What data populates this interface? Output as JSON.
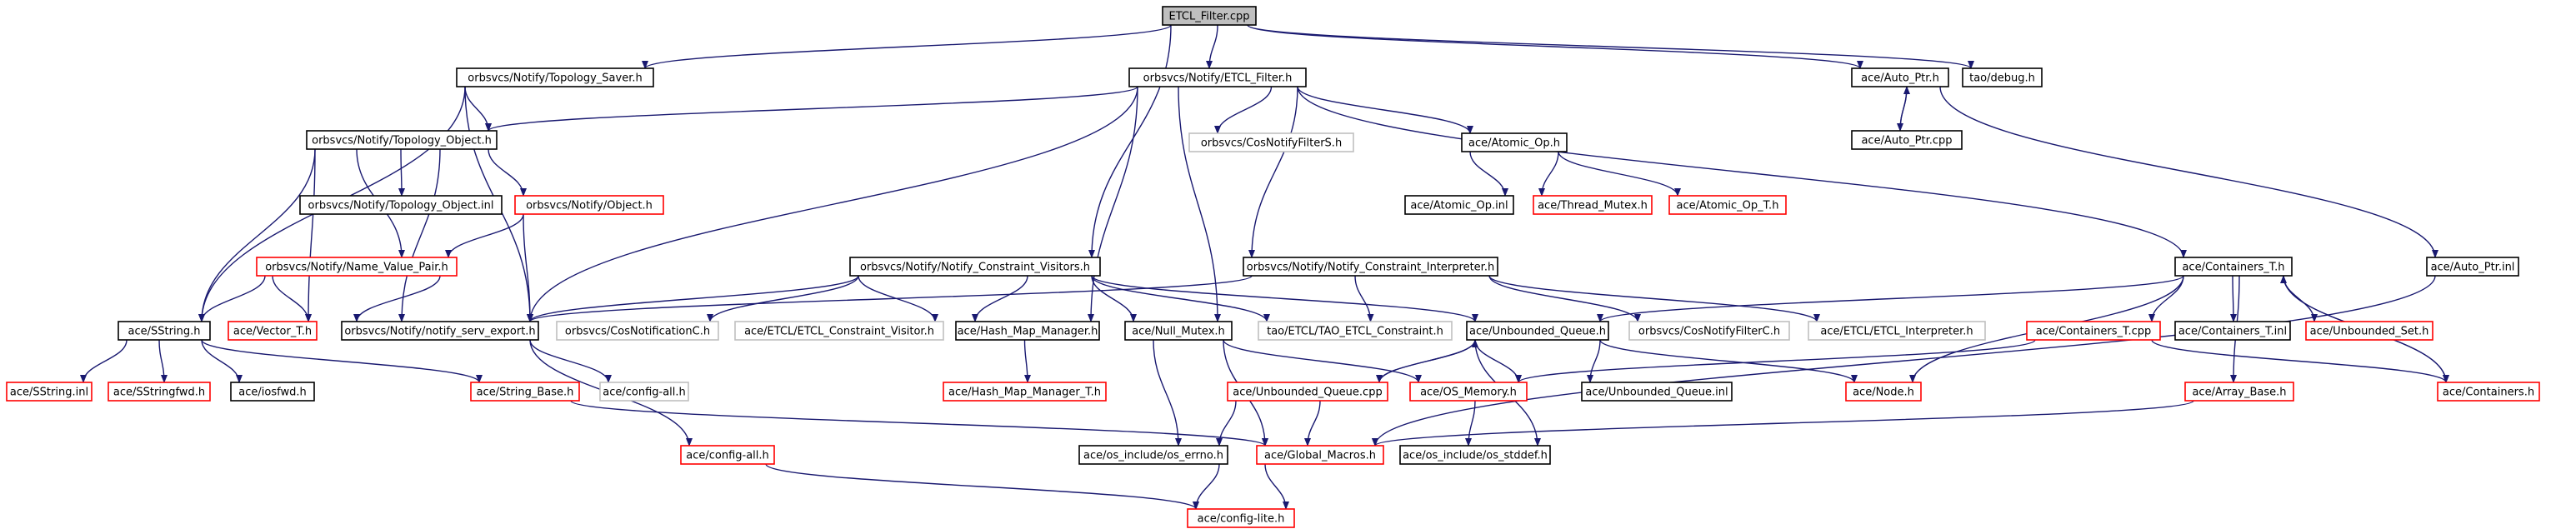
{
  "colors": {
    "edge": "#191970",
    "node_documented_border": "#000000",
    "node_undocumented_border": "#ff0000",
    "node_external_border": "#bfbfbf",
    "node_root_fill": "#bfbfbf",
    "node_fill": "#ffffff"
  },
  "diagram": {
    "nodes": [
      {
        "id": "etcl_filter_cpp",
        "label": "ETCL_Filter.cpp",
        "style": "root"
      },
      {
        "id": "topology_saver_h",
        "label": "orbsvcs/Notify/Topology_Saver.h",
        "style": "documented"
      },
      {
        "id": "etcl_filter_h",
        "label": "orbsvcs/Notify/ETCL_Filter.h",
        "style": "documented"
      },
      {
        "id": "auto_ptr_h",
        "label": "ace/Auto_Ptr.h",
        "style": "documented"
      },
      {
        "id": "tao_debug_h",
        "label": "tao/debug.h",
        "style": "documented"
      },
      {
        "id": "topology_object_h",
        "label": "orbsvcs/Notify/Topology_Object.h",
        "style": "documented"
      },
      {
        "id": "cosnotifyfilters_h",
        "label": "orbsvcs/CosNotifyFilterS.h",
        "style": "external"
      },
      {
        "id": "atomic_op_h",
        "label": "ace/Atomic_Op.h",
        "style": "documented"
      },
      {
        "id": "auto_ptr_cpp",
        "label": "ace/Auto_Ptr.cpp",
        "style": "documented"
      },
      {
        "id": "topology_object_inl",
        "label": "orbsvcs/Notify/Topology_Object.inl",
        "style": "documented"
      },
      {
        "id": "notify_object_h",
        "label": "orbsvcs/Notify/Object.h",
        "style": "undocumented"
      },
      {
        "id": "atomic_op_inl",
        "label": "ace/Atomic_Op.inl",
        "style": "documented"
      },
      {
        "id": "thread_mutex_h",
        "label": "ace/Thread_Mutex.h",
        "style": "undocumented"
      },
      {
        "id": "atomic_op_t_h",
        "label": "ace/Atomic_Op_T.h",
        "style": "undocumented"
      },
      {
        "id": "name_value_pair_h",
        "label": "orbsvcs/Notify/Name_Value_Pair.h",
        "style": "undocumented"
      },
      {
        "id": "constraint_visitors_h",
        "label": "orbsvcs/Notify/Notify_Constraint_Visitors.h",
        "style": "documented"
      },
      {
        "id": "constraint_interpreter_h",
        "label": "orbsvcs/Notify/Notify_Constraint_Interpreter.h",
        "style": "documented"
      },
      {
        "id": "containers_t_h",
        "label": "ace/Containers_T.h",
        "style": "documented"
      },
      {
        "id": "auto_ptr_inl",
        "label": "ace/Auto_Ptr.inl",
        "style": "documented"
      },
      {
        "id": "sstring_h",
        "label": "ace/SString.h",
        "style": "documented"
      },
      {
        "id": "vector_t_h",
        "label": "ace/Vector_T.h",
        "style": "undocumented"
      },
      {
        "id": "notify_serv_export_h",
        "label": "orbsvcs/Notify/notify_serv_export.h",
        "style": "documented"
      },
      {
        "id": "cosnotificationc_h",
        "label": "orbsvcs/CosNotificationC.h",
        "style": "external"
      },
      {
        "id": "etcl_constraint_visitor_h",
        "label": "ace/ETCL/ETCL_Constraint_Visitor.h",
        "style": "external"
      },
      {
        "id": "hash_map_manager_h",
        "label": "ace/Hash_Map_Manager.h",
        "style": "documented"
      },
      {
        "id": "null_mutex_h",
        "label": "ace/Null_Mutex.h",
        "style": "documented"
      },
      {
        "id": "tao_etcl_constraint_h",
        "label": "tao/ETCL/TAO_ETCL_Constraint.h",
        "style": "external"
      },
      {
        "id": "unbounded_queue_h",
        "label": "ace/Unbounded_Queue.h",
        "style": "documented"
      },
      {
        "id": "cosnotifyfilterc_h",
        "label": "orbsvcs/CosNotifyFilterC.h",
        "style": "external"
      },
      {
        "id": "etcl_interpreter_h",
        "label": "ace/ETCL/ETCL_Interpreter.h",
        "style": "external"
      },
      {
        "id": "containers_t_cpp",
        "label": "ace/Containers_T.cpp",
        "style": "undocumented"
      },
      {
        "id": "containers_t_inl",
        "label": "ace/Containers_T.inl",
        "style": "documented"
      },
      {
        "id": "unbounded_set_h",
        "label": "ace/Unbounded_Set.h",
        "style": "undocumented"
      },
      {
        "id": "sstring_inl",
        "label": "ace/SString.inl",
        "style": "undocumented"
      },
      {
        "id": "sstringfwd_h",
        "label": "ace/SStringfwd.h",
        "style": "undocumented"
      },
      {
        "id": "iosfwd_h",
        "label": "ace/iosfwd.h",
        "style": "documented"
      },
      {
        "id": "string_base_h",
        "label": "ace/String_Base.h",
        "style": "undocumented"
      },
      {
        "id": "config_all_h_ext",
        "label": "ace/config-all.h",
        "style": "external"
      },
      {
        "id": "hash_map_manager_t_h",
        "label": "ace/Hash_Map_Manager_T.h",
        "style": "undocumented"
      },
      {
        "id": "unbounded_queue_cpp",
        "label": "ace/Unbounded_Queue.cpp",
        "style": "undocumented"
      },
      {
        "id": "os_memory_h",
        "label": "ace/OS_Memory.h",
        "style": "undocumented"
      },
      {
        "id": "unbounded_queue_inl",
        "label": "ace/Unbounded_Queue.inl",
        "style": "documented"
      },
      {
        "id": "node_h",
        "label": "ace/Node.h",
        "style": "undocumented"
      },
      {
        "id": "array_base_h",
        "label": "ace/Array_Base.h",
        "style": "undocumented"
      },
      {
        "id": "containers_h",
        "label": "ace/Containers.h",
        "style": "undocumented"
      },
      {
        "id": "config_all_h",
        "label": "ace/config-all.h",
        "style": "undocumented"
      },
      {
        "id": "os_errno_h",
        "label": "ace/os_include/os_errno.h",
        "style": "documented"
      },
      {
        "id": "global_macros_h",
        "label": "ace/Global_Macros.h",
        "style": "undocumented"
      },
      {
        "id": "os_stddef_h",
        "label": "ace/os_include/os_stddef.h",
        "style": "documented"
      },
      {
        "id": "config_lite_h",
        "label": "ace/config-lite.h",
        "style": "undocumented"
      }
    ],
    "edges": [
      [
        "etcl_filter_cpp",
        "topology_saver_h"
      ],
      [
        "etcl_filter_cpp",
        "etcl_filter_h"
      ],
      [
        "etcl_filter_cpp",
        "auto_ptr_h"
      ],
      [
        "etcl_filter_cpp",
        "tao_debug_h"
      ],
      [
        "etcl_filter_cpp",
        "constraint_visitors_h"
      ],
      [
        "topology_saver_h",
        "topology_object_h"
      ],
      [
        "topology_saver_h",
        "notify_serv_export_h"
      ],
      [
        "topology_saver_h",
        "sstring_h"
      ],
      [
        "etcl_filter_h",
        "topology_object_h"
      ],
      [
        "etcl_filter_h",
        "cosnotifyfilters_h"
      ],
      [
        "etcl_filter_h",
        "atomic_op_h"
      ],
      [
        "etcl_filter_h",
        "constraint_interpreter_h"
      ],
      [
        "etcl_filter_h",
        "containers_t_h"
      ],
      [
        "etcl_filter_h",
        "hash_map_manager_h"
      ],
      [
        "etcl_filter_h",
        "null_mutex_h"
      ],
      [
        "etcl_filter_h",
        "notify_serv_export_h"
      ],
      [
        "auto_ptr_h",
        "auto_ptr_cpp"
      ],
      [
        "auto_ptr_cpp",
        "auto_ptr_h"
      ],
      [
        "auto_ptr_h",
        "auto_ptr_inl"
      ],
      [
        "topology_object_h",
        "topology_object_inl"
      ],
      [
        "topology_object_h",
        "notify_object_h"
      ],
      [
        "topology_object_h",
        "name_value_pair_h"
      ],
      [
        "topology_object_h",
        "sstring_h"
      ],
      [
        "topology_object_h",
        "vector_t_h"
      ],
      [
        "topology_object_h",
        "notify_serv_export_h"
      ],
      [
        "atomic_op_h",
        "atomic_op_inl"
      ],
      [
        "atomic_op_h",
        "thread_mutex_h"
      ],
      [
        "atomic_op_h",
        "atomic_op_t_h"
      ],
      [
        "notify_object_h",
        "name_value_pair_h"
      ],
      [
        "notify_object_h",
        "notify_serv_export_h"
      ],
      [
        "name_value_pair_h",
        "sstring_h"
      ],
      [
        "name_value_pair_h",
        "vector_t_h"
      ],
      [
        "name_value_pair_h",
        "notify_serv_export_h"
      ],
      [
        "constraint_visitors_h",
        "notify_serv_export_h"
      ],
      [
        "constraint_visitors_h",
        "cosnotificationc_h"
      ],
      [
        "constraint_visitors_h",
        "etcl_constraint_visitor_h"
      ],
      [
        "constraint_visitors_h",
        "hash_map_manager_h"
      ],
      [
        "constraint_visitors_h",
        "null_mutex_h"
      ],
      [
        "constraint_visitors_h",
        "tao_etcl_constraint_h"
      ],
      [
        "constraint_visitors_h",
        "unbounded_queue_h"
      ],
      [
        "constraint_interpreter_h",
        "notify_serv_export_h"
      ],
      [
        "constraint_interpreter_h",
        "tao_etcl_constraint_h"
      ],
      [
        "constraint_interpreter_h",
        "cosnotifyfilterc_h"
      ],
      [
        "constraint_interpreter_h",
        "etcl_interpreter_h"
      ],
      [
        "containers_t_h",
        "unbounded_queue_h"
      ],
      [
        "containers_t_h",
        "containers_t_cpp"
      ],
      [
        "containers_t_h",
        "containers_t_inl"
      ],
      [
        "containers_t_h",
        "unbounded_set_h"
      ],
      [
        "containers_t_h",
        "node_h"
      ],
      [
        "containers_t_h",
        "array_base_h"
      ],
      [
        "containers_t_h",
        "containers_h"
      ],
      [
        "containers_h",
        "containers_t_h"
      ],
      [
        "containers_t_cpp",
        "containers_h"
      ],
      [
        "containers_t_cpp",
        "os_memory_h"
      ],
      [
        "auto_ptr_inl",
        "global_macros_h"
      ],
      [
        "sstring_h",
        "sstring_inl"
      ],
      [
        "sstring_h",
        "sstringfwd_h"
      ],
      [
        "sstring_h",
        "iosfwd_h"
      ],
      [
        "sstring_h",
        "string_base_h"
      ],
      [
        "notify_serv_export_h",
        "config_all_h_ext"
      ],
      [
        "notify_serv_export_h",
        "config_all_h"
      ],
      [
        "hash_map_manager_h",
        "hash_map_manager_t_h"
      ],
      [
        "null_mutex_h",
        "os_errno_h"
      ],
      [
        "null_mutex_h",
        "global_macros_h"
      ],
      [
        "null_mutex_h",
        "os_memory_h"
      ],
      [
        "unbounded_queue_h",
        "unbounded_queue_cpp"
      ],
      [
        "unbounded_queue_cpp",
        "unbounded_queue_h"
      ],
      [
        "unbounded_queue_h",
        "unbounded_queue_inl"
      ],
      [
        "unbounded_queue_h",
        "node_h"
      ],
      [
        "unbounded_queue_h",
        "os_stddef_h"
      ],
      [
        "unbounded_queue_h",
        "os_memory_h"
      ],
      [
        "unbounded_queue_cpp",
        "os_errno_h"
      ],
      [
        "unbounded_queue_cpp",
        "global_macros_h"
      ],
      [
        "os_memory_h",
        "os_stddef_h"
      ],
      [
        "array_base_h",
        "global_macros_h"
      ],
      [
        "string_base_h",
        "global_macros_h"
      ],
      [
        "config_all_h",
        "config_lite_h"
      ],
      [
        "os_errno_h",
        "config_lite_h"
      ],
      [
        "global_macros_h",
        "config_lite_h"
      ]
    ]
  }
}
